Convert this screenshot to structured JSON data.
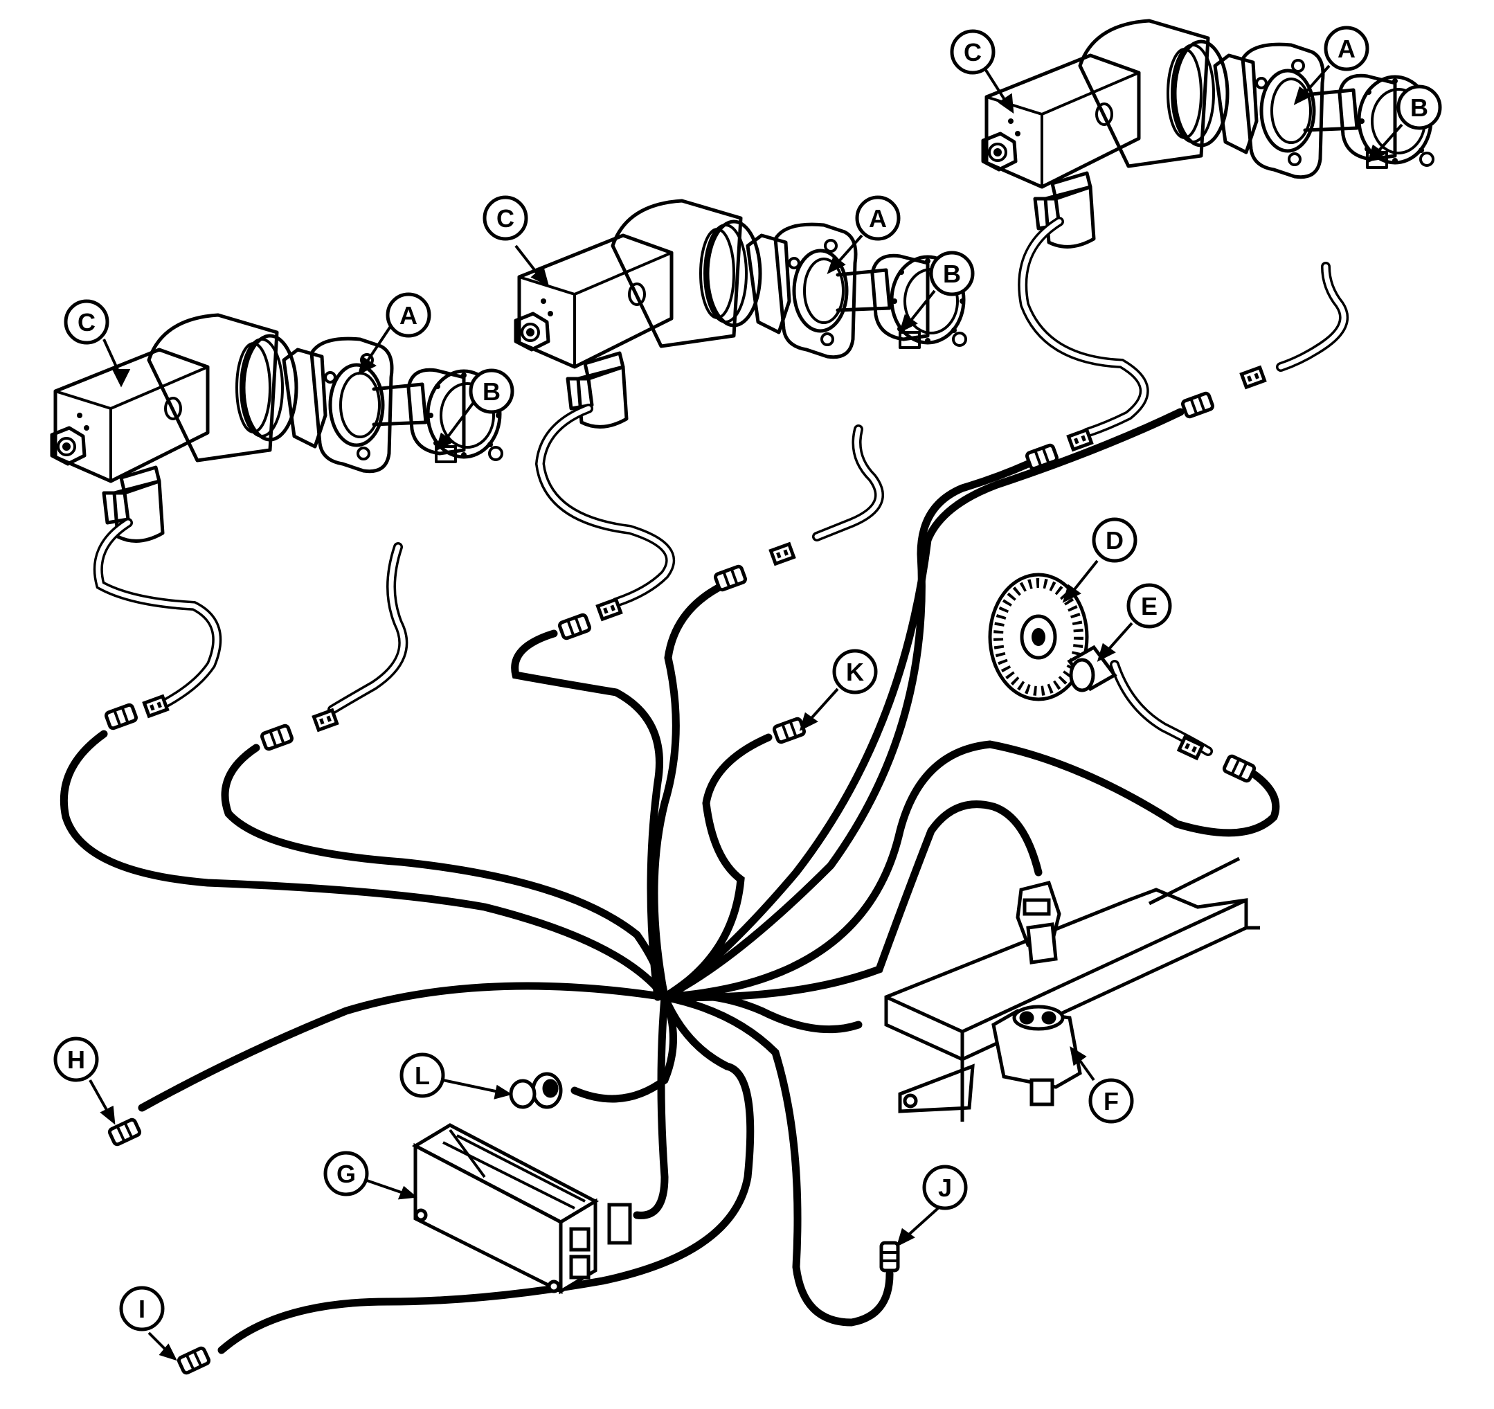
{
  "diagram": {
    "callouts": {
      "c1": "C",
      "a1": "A",
      "b1": "B",
      "c2": "C",
      "a2": "A",
      "b2": "B",
      "c3": "C",
      "a3": "A",
      "b3": "B",
      "d": "D",
      "e": "E",
      "f": "F",
      "g": "G",
      "h": "H",
      "i": "I",
      "j": "J",
      "k": "K",
      "l": "L"
    },
    "colors": {
      "ink": "#000000",
      "paper": "#ffffff"
    }
  }
}
